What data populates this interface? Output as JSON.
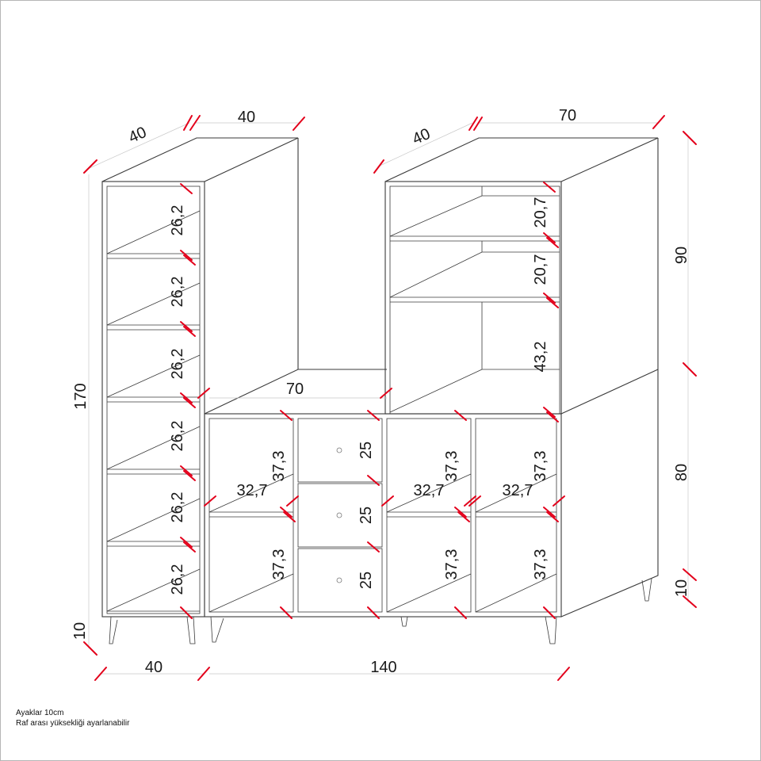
{
  "dimensions": {
    "left_depth": "40",
    "left_width_top": "40",
    "right_depth": "40",
    "right_width_top": "70",
    "center_width": "70",
    "total_height": "170",
    "right_upper_height": "90",
    "right_lower_height": "80",
    "leg_height_left": "10",
    "leg_height_right": "10",
    "bottom_left_width": "40",
    "bottom_right_width": "140",
    "tall_shelf_gap": "26,2",
    "right_upper_gap_small": "20,7",
    "right_upper_gap_large": "43,2",
    "lower_cabinet_gap": "37,3",
    "lower_cabinet_depth": "32,7",
    "drawer_height": "25"
  },
  "notes": {
    "line1": "Ayaklar 10cm",
    "line2": "Raf arası yüksekliği ayarlanabilir"
  }
}
